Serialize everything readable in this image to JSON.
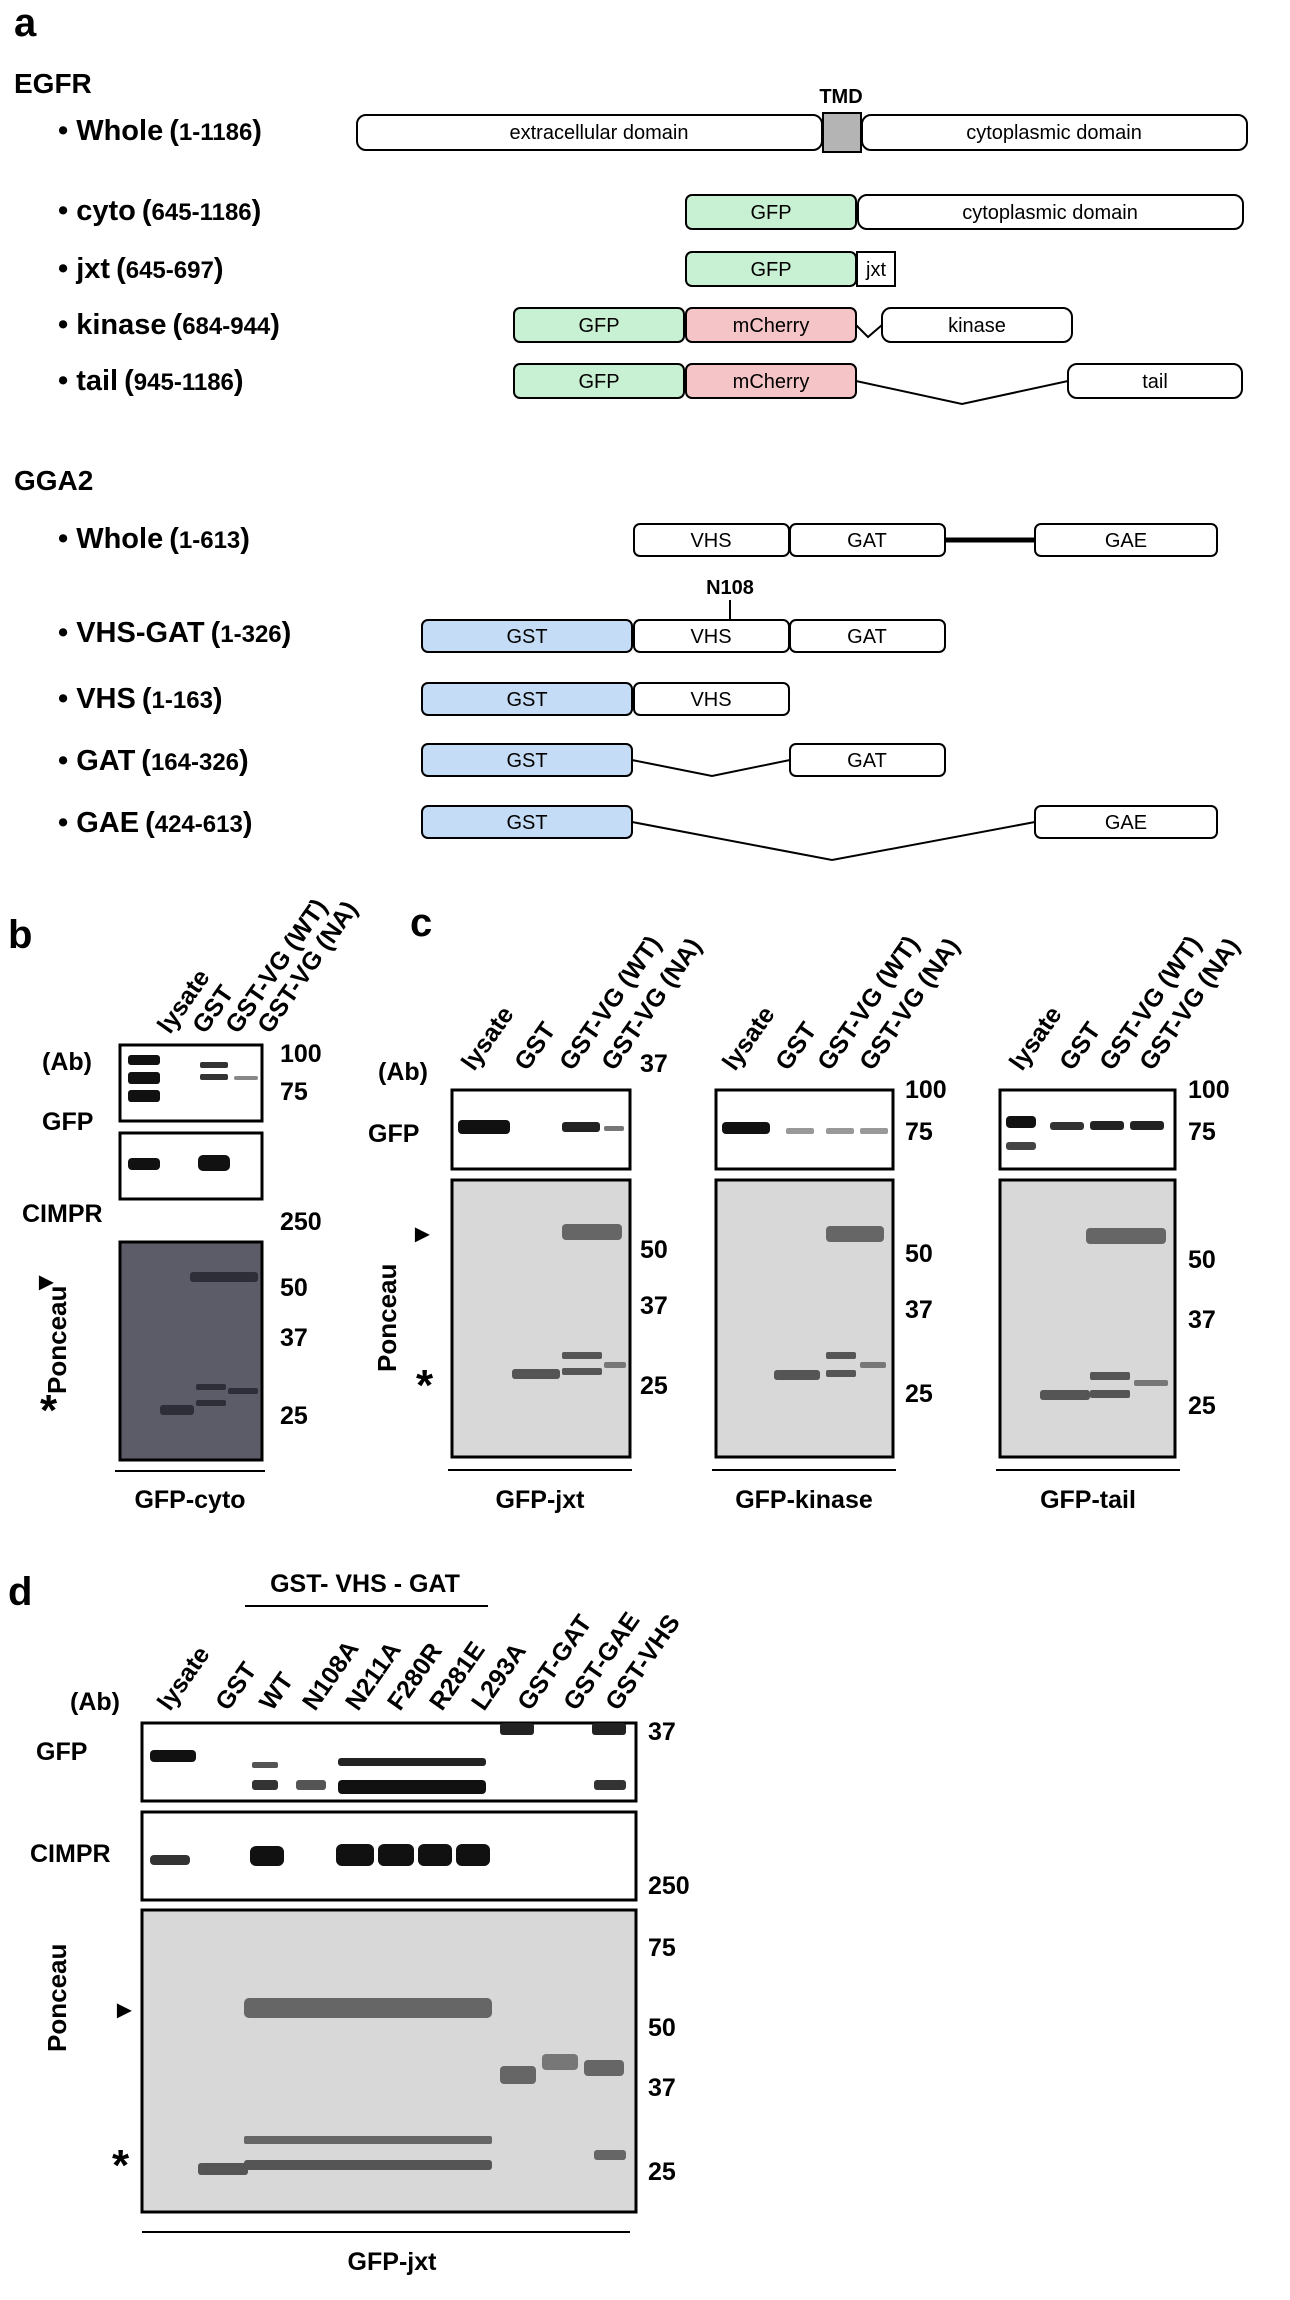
{
  "panels": {
    "a": "a",
    "b": "b",
    "c": "c",
    "d": "d"
  },
  "panel_a": {
    "egfr": {
      "title": "EGFR",
      "tmd_label": "TMD",
      "rows": [
        {
          "name": "Whole",
          "range": "1-1186"
        },
        {
          "name": "cyto",
          "range": "645-1186"
        },
        {
          "name": "jxt",
          "range": "645-697"
        },
        {
          "name": "kinase",
          "range": "684-944"
        },
        {
          "name": "tail",
          "range": "945-1186"
        }
      ],
      "labels": {
        "extracellular": "extracellular domain",
        "cytoplasmic": "cytoplasmic domain",
        "gfp": "GFP",
        "mcherry": "mCherry",
        "jxt": "jxt",
        "kinase": "kinase",
        "tail": "tail"
      }
    },
    "gga2": {
      "title": "GGA2",
      "mutation_label": "N108",
      "rows": [
        {
          "name": "Whole",
          "range": "1-613"
        },
        {
          "name": "VHS-GAT",
          "range": "1-326"
        },
        {
          "name": "VHS",
          "range": "1-163"
        },
        {
          "name": "GAT",
          "range": "164-326"
        },
        {
          "name": "GAE",
          "range": "424-613"
        }
      ],
      "labels": {
        "vhs": "VHS",
        "gat": "GAT",
        "gae": "GAE",
        "gst": "GST"
      }
    }
  },
  "blots": {
    "ab_label": "(Ab)",
    "gfp_label": "GFP",
    "cimpr_label": "CIMPR",
    "ponceau_label": "Ponceau",
    "arrowhead": "►",
    "asterisk": "*",
    "lanes_bc": [
      "lysate",
      "GST",
      "GST-VG (WT)",
      "GST-VG (NA)"
    ],
    "b": {
      "gfp_mw": [
        "100",
        "75"
      ],
      "cimpr_mw": [
        "250"
      ],
      "ponceau_mw": [
        "50",
        "37",
        "25"
      ],
      "sample": "GFP-cyto"
    },
    "c": [
      {
        "gfp_mw": [
          "37"
        ],
        "ponceau_mw": [
          "50",
          "37",
          "25"
        ],
        "sample": "GFP-jxt"
      },
      {
        "gfp_mw": [
          "100",
          "75"
        ],
        "ponceau_mw": [
          "50",
          "37",
          "25"
        ],
        "sample": "GFP-kinase"
      },
      {
        "gfp_mw": [
          "100",
          "75"
        ],
        "ponceau_mw": [
          "50",
          "37",
          "25"
        ],
        "sample": "GFP-tail"
      }
    ],
    "d": {
      "group_label": "GST- VHS - GAT",
      "lanes": [
        "lysate",
        "GST",
        "WT",
        "N108A",
        "N211A",
        "F280R",
        "R281E",
        "L293A",
        "GST-GAT",
        "GST-GAE",
        "GST-VHS"
      ],
      "gfp_mw": [
        "37"
      ],
      "cimpr_mw": [
        "250"
      ],
      "ponceau_mw": [
        "75",
        "50",
        "37",
        "25"
      ],
      "sample": "GFP-jxt"
    }
  },
  "colors": {
    "gfp": "#c8f0d2",
    "mcherry": "#f5c4c6",
    "gst": "#c4dcf5",
    "tmd": "#b4b4b4",
    "blot_bg": "#e8e8e8",
    "ponceau_bg": "#d8d8d8"
  }
}
